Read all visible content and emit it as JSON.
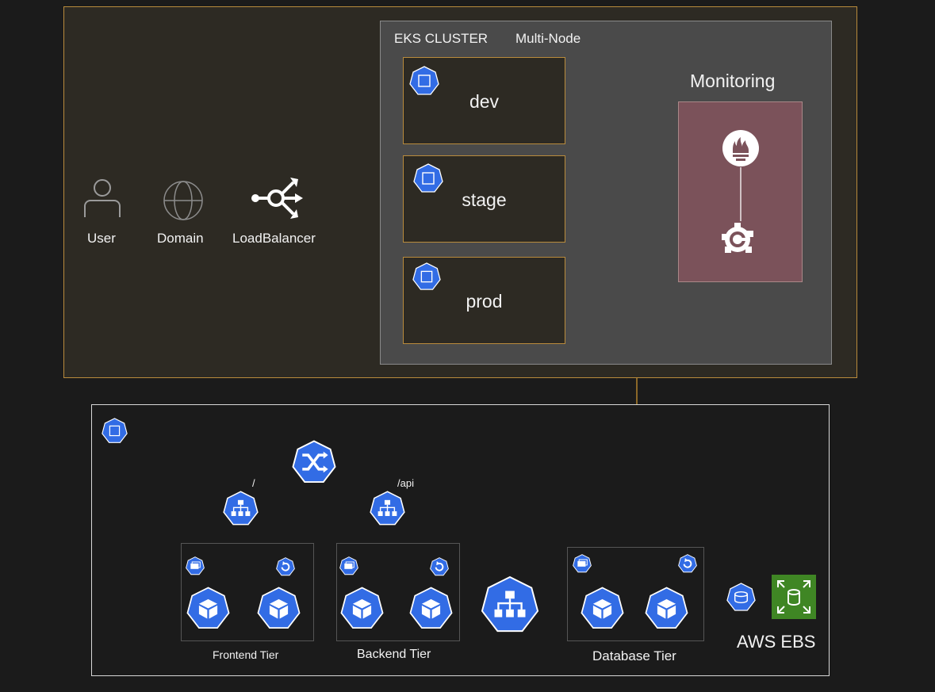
{
  "cluster": {
    "title": "EKS CLUSTER",
    "subtitle": "Multi-Node"
  },
  "flow": {
    "user": "User",
    "domain": "Domain",
    "load_balancer": "LoadBalancer"
  },
  "environments": [
    {
      "label": "dev"
    },
    {
      "label": "stage"
    },
    {
      "label": "prod"
    }
  ],
  "monitoring": {
    "title": "Monitoring",
    "tools": [
      "prometheus-icon",
      "grafana-icon"
    ]
  },
  "app": {
    "ingress_paths": [
      "/",
      "/api"
    ],
    "tiers": [
      {
        "label": "Frontend Tier"
      },
      {
        "label": "Backend Tier"
      },
      {
        "label": "Database Tier"
      }
    ],
    "storage_label": "AWS EBS"
  },
  "colors": {
    "accent": "#b98b3c",
    "k8s_blue": "#326ce5",
    "monitor_bg": "#7b525a",
    "ebs_green": "#3f8624"
  }
}
